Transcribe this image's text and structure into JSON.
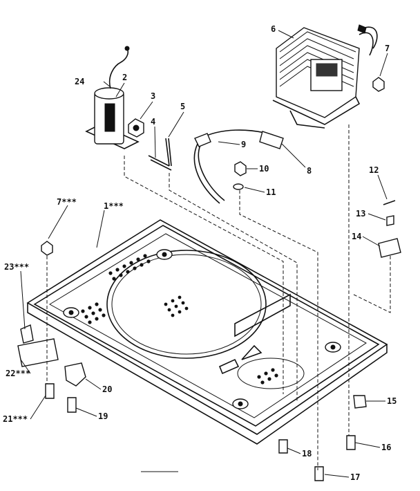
{
  "callouts": {
    "c1": "1***",
    "c2": "2",
    "c3": "3",
    "c4": "4",
    "c5": "5",
    "c6": "6",
    "c7a": "7",
    "c7b": "7***",
    "c8": "8",
    "c9": "9",
    "c10": "10",
    "c11": "11",
    "c12": "12",
    "c13": "13",
    "c14": "14",
    "c15": "15",
    "c16": "16",
    "c17": "17",
    "c18": "18",
    "c19": "19",
    "c20": "20",
    "c21": "21***",
    "c22": "22***",
    "c23": "23***",
    "c24": "24"
  }
}
